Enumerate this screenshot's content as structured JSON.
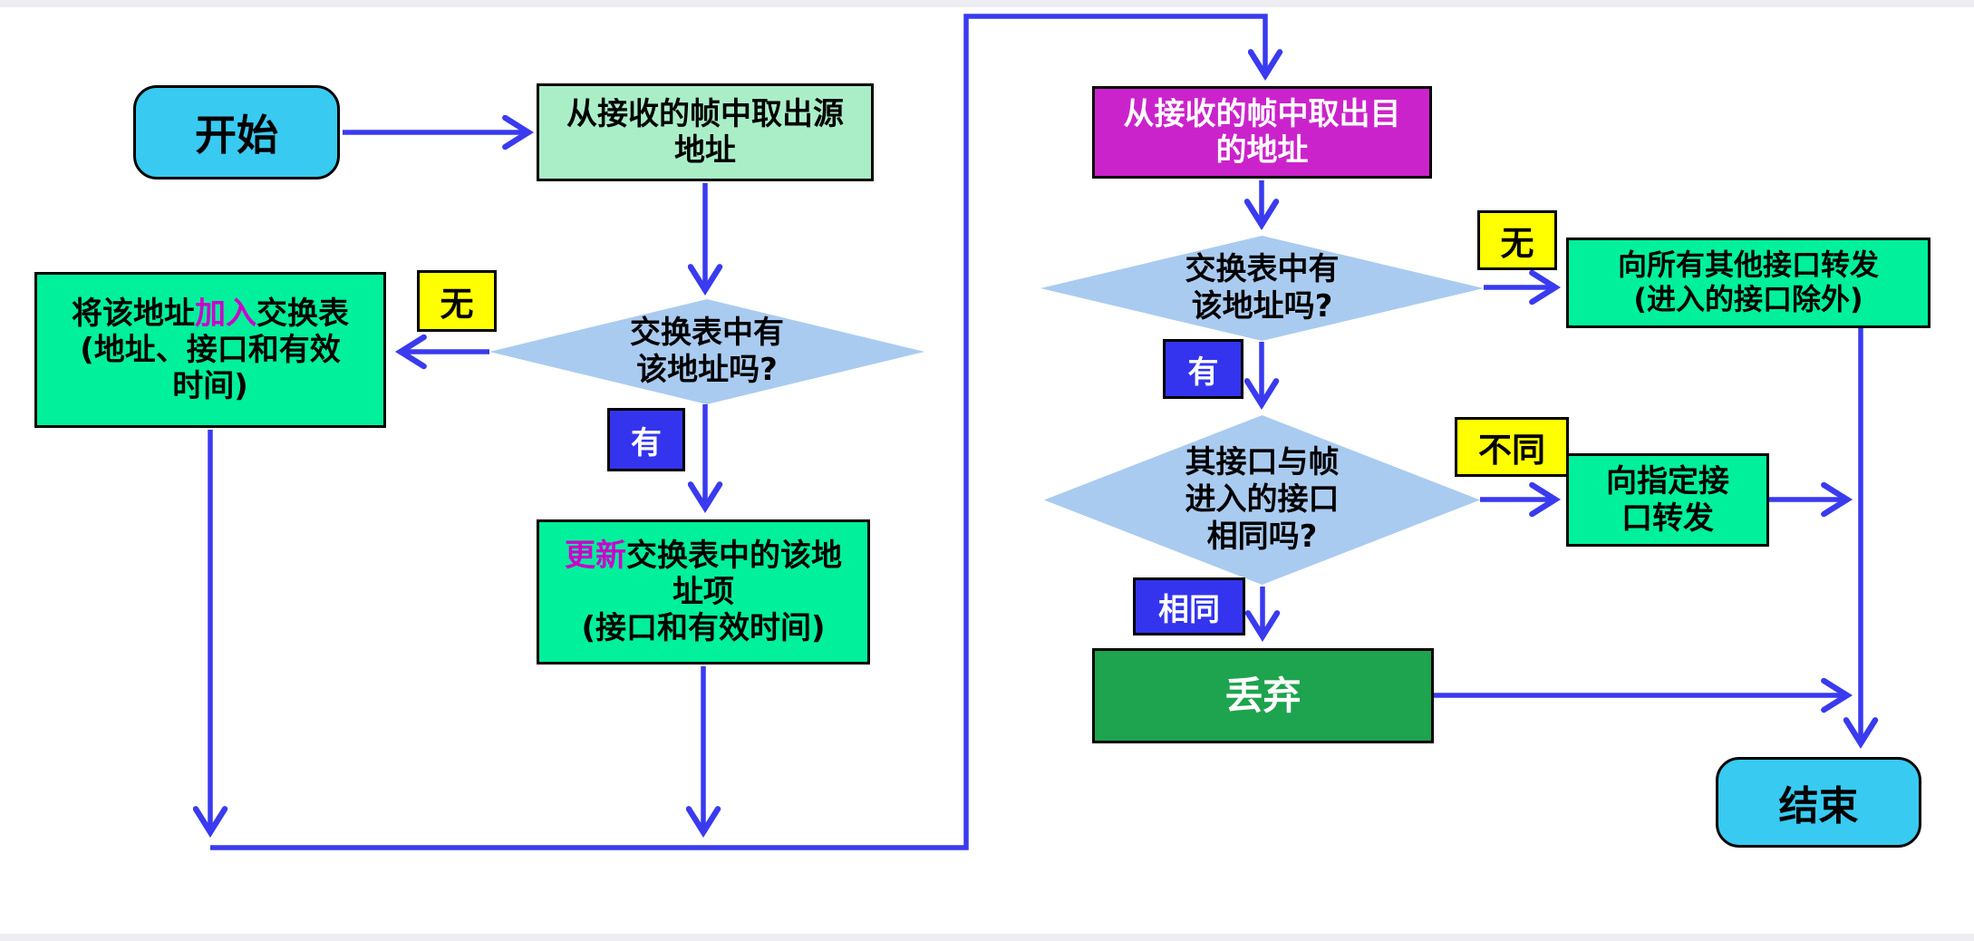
{
  "flowchart": {
    "nodes": {
      "start": {
        "label": "开始"
      },
      "extract_source": {
        "line1": "从接收的帧中取出源",
        "line2": "地址"
      },
      "diamond_source": {
        "line1": "交换表中有",
        "line2": "该地址吗?"
      },
      "add_to_table": {
        "pre": "将该地址",
        "highlight": "加入",
        "post": "交换表",
        "line2": "(地址、接口和有效",
        "line3": "时间)"
      },
      "update_entry": {
        "highlight": "更新",
        "post": "交换表中的该地",
        "line2": "址项",
        "line3": "(接口和有效时间)"
      },
      "extract_dest": {
        "line1": "从接收的帧中取出目",
        "line2": "的地址"
      },
      "diamond_dest": {
        "line1": "交换表中有",
        "line2": "该地址吗?"
      },
      "flood": {
        "line1": "向所有其他接口转发",
        "line2": "(进入的接口除外)"
      },
      "diamond_port": {
        "line1": "其接口与帧",
        "line2": "进入的接口",
        "line3": "相同吗?"
      },
      "forward_designated": {
        "line1": "向指定接",
        "line2": "口转发"
      },
      "discard": {
        "label": "丢弃"
      },
      "end": {
        "label": "结束"
      }
    },
    "edge_labels": {
      "no_source": "无",
      "yes_source": "有",
      "no_dest": "无",
      "yes_dest": "有",
      "different": "不同",
      "same": "相同"
    },
    "colors": {
      "terminal_fill": "#38caf0",
      "process_mint_fill": "#aaeec8",
      "process_green_fill": "#00f09b",
      "extract_dest_fill": "#cb23cb",
      "discard_fill": "#1ea34e",
      "diamond_fill": "#aacbf0",
      "label_no_fill": "#ffff00",
      "label_yes_fill": "#3434ee",
      "arrow_color": "#3a3aef",
      "highlight_text": "#cc00cc"
    }
  }
}
